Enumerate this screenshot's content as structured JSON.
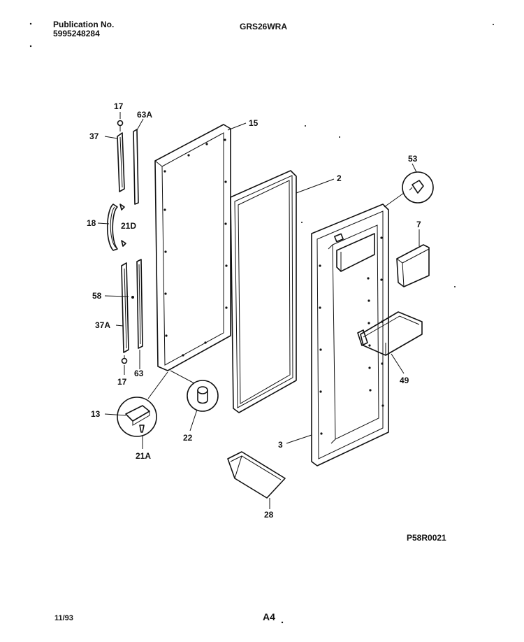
{
  "header": {
    "publication_label": "Publication No.",
    "publication_number": "5995248284",
    "model": "GRS26WRA"
  },
  "footer": {
    "date": "11/93",
    "page": "A4",
    "figure_code": "P58R0021"
  },
  "callouts": [
    {
      "id": "c-17-top",
      "text": "17"
    },
    {
      "id": "c-63a",
      "text": "63A"
    },
    {
      "id": "c-37",
      "text": "37"
    },
    {
      "id": "c-15",
      "text": "15"
    },
    {
      "id": "c-2",
      "text": "2"
    },
    {
      "id": "c-53",
      "text": "53"
    },
    {
      "id": "c-18",
      "text": "18"
    },
    {
      "id": "c-21d",
      "text": "21D"
    },
    {
      "id": "c-7",
      "text": "7"
    },
    {
      "id": "c-58",
      "text": "58"
    },
    {
      "id": "c-37a",
      "text": "37A"
    },
    {
      "id": "c-49",
      "text": "49"
    },
    {
      "id": "c-17-bot",
      "text": "17"
    },
    {
      "id": "c-63",
      "text": "63"
    },
    {
      "id": "c-13",
      "text": "13"
    },
    {
      "id": "c-22",
      "text": "22"
    },
    {
      "id": "c-3",
      "text": "3"
    },
    {
      "id": "c-21a",
      "text": "21A"
    },
    {
      "id": "c-28",
      "text": "28"
    }
  ]
}
